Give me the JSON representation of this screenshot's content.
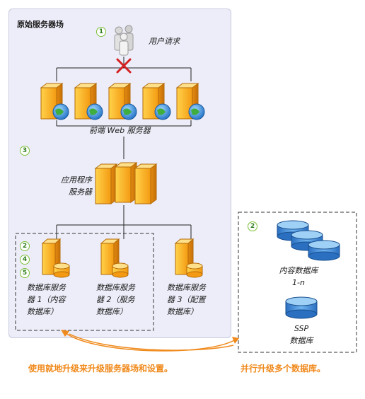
{
  "farm": {
    "title": "原始服务器场",
    "user_request_label": "用户请求",
    "front_end_label": "前端 Web 服务器",
    "app_server_label": [
      "应用程序",
      "服务器"
    ],
    "db_servers": [
      {
        "lines": [
          "数据库服务",
          "器 1（内容",
          "数据库）"
        ]
      },
      {
        "lines": [
          "数据库服务",
          "器 2（服务",
          "数据库）"
        ]
      },
      {
        "lines": [
          "数据库服务",
          "器 3（配置",
          "数据库）"
        ]
      }
    ],
    "badges": [
      "1",
      "3",
      "2",
      "4",
      "5"
    ]
  },
  "parallel": {
    "badge": "2",
    "content_db_label": [
      "内容数据库",
      "1-n"
    ],
    "ssp_label": [
      "SSP",
      "数据库"
    ]
  },
  "captions": {
    "inplace": "使用就地升级来升级服务器场和设置。",
    "parallel": "并行升级多个数据库。"
  },
  "colors": {
    "accent": "#f08a1c",
    "badge_border": "#7cbf3a",
    "farm_bg": "#ecedf8",
    "server_orange": "#f5a21a",
    "db_blue": "#3d8fd8",
    "error_red": "#d42020"
  }
}
